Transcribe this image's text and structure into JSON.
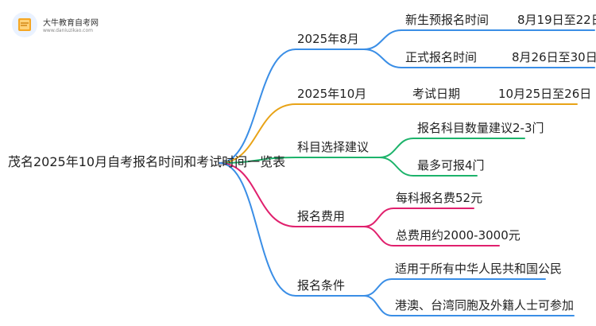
{
  "logo": {
    "name": "大牛教育自考网",
    "url": "www.daniuzikao.com"
  },
  "root": "茂名2025年10月自考报名时间和考试时间一览表",
  "branches": [
    {
      "label": "2025年8月",
      "color": "#3a8ee6",
      "children": [
        {
          "label": "新生预报名时间",
          "value": "8月19日至22日"
        },
        {
          "label": "正式报名时间",
          "value": "8月26日至30日"
        }
      ]
    },
    {
      "label": "2025年10月",
      "color": "#e8a317",
      "children": [
        {
          "label": "考试日期",
          "value": "10月25日至26日"
        }
      ]
    },
    {
      "label": "科目选择建议",
      "color": "#1db36b",
      "children": [
        {
          "label": "报名科目数量建议2-3门"
        },
        {
          "label": "最多可报4门"
        }
      ]
    },
    {
      "label": "报名费用",
      "color": "#e0206d",
      "children": [
        {
          "label": "每科报名费52元"
        },
        {
          "label": "总费用约2000-3000元"
        }
      ]
    },
    {
      "label": "报名条件",
      "color": "#3a8ee6",
      "children": [
        {
          "label": "适用于所有中华人民共和国公民"
        },
        {
          "label": "港澳、台湾同胞及外籍人士可参加"
        }
      ]
    }
  ]
}
